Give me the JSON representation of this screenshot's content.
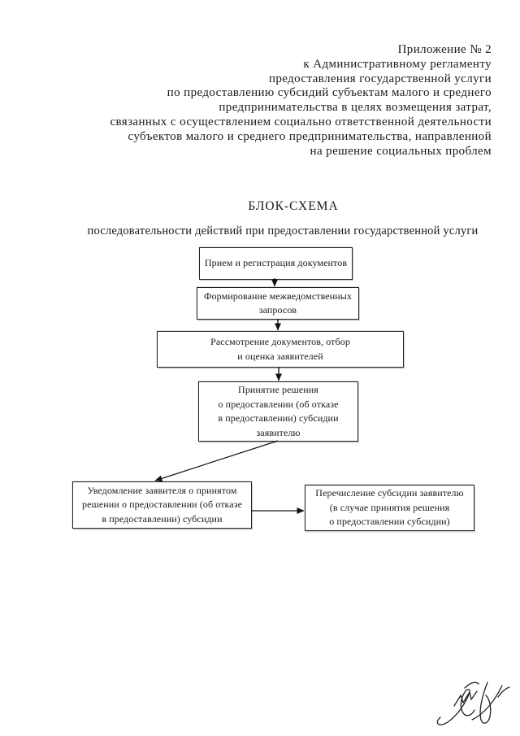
{
  "document": {
    "appendix_header": {
      "lines": [
        "Приложение № 2",
        "к Административному регламенту",
        "предоставления государственной услуги",
        "по предоставлению субсидий субъектам малого и среднего",
        "предпринимательства в целях возмещения затрат,",
        "связанных с осуществлением социально ответственной деятельности",
        "субъектов малого и среднего предпринимательства, направленной",
        "на решение социальных проблем"
      ]
    },
    "title": "БЛОК-СХЕМА",
    "subtitle": "последовательности действий при предоставлении государственной услуги",
    "signature_icon": "handwritten-signature-scribble",
    "colors": {
      "ink": "#1a1a1a",
      "paper": "#ffffff",
      "scan_shadow": "#7d7d7d"
    }
  },
  "flowchart": {
    "boxes": [
      {
        "name": "reception",
        "lines": [
          "Прием и регистрация документов"
        ]
      },
      {
        "name": "interagency-requests",
        "lines": [
          "Формирование межведомственных",
          "запросов"
        ]
      },
      {
        "name": "review-and-scoring",
        "lines": [
          "Рассмотрение документов, отбор",
          "и оценка заявителей"
        ]
      },
      {
        "name": "decision",
        "lines": [
          "Принятие решения",
          "о предоставлении (об отказе",
          "в предоставлении) субсидии",
          "заявителю"
        ]
      },
      {
        "name": "notification",
        "lines": [
          "Уведомление заявителя о принятом",
          "решении о предоставлении (об отказе",
          "в предоставлении) субсидии"
        ]
      },
      {
        "name": "subsidy-transfer",
        "lines": [
          "Перечисление субсидии заявителю",
          "(в случае принятия решения",
          "о предоставлении субсидии)"
        ]
      }
    ],
    "connections": [
      {
        "from": "reception",
        "to": "interagency-requests",
        "style": "vertical-arrow"
      },
      {
        "from": "interagency-requests",
        "to": "review-and-scoring",
        "style": "vertical-arrow"
      },
      {
        "from": "review-and-scoring",
        "to": "decision",
        "style": "vertical-arrow"
      },
      {
        "from": "decision",
        "to": "notification",
        "style": "diagonal-arrow"
      },
      {
        "from": "notification",
        "to": "subsidy-transfer",
        "style": "horizontal-arrow"
      }
    ]
  }
}
